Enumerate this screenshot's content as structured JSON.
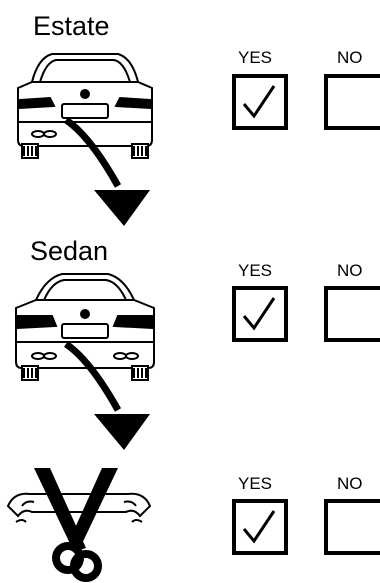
{
  "rows": [
    {
      "label": "Estate",
      "illustration": "estate-car-rear",
      "yes_label": "YES",
      "no_label": "NO",
      "yes_checked": true,
      "no_checked": false
    },
    {
      "label": "Sedan",
      "illustration": "sedan-car-rear",
      "yes_label": "YES",
      "no_label": "NO",
      "yes_checked": true,
      "no_checked": false
    },
    {
      "label": "",
      "illustration": "bumper-trim-scissors",
      "yes_label": "YES",
      "no_label": "NO",
      "yes_checked": true,
      "no_checked": false
    }
  ],
  "colors": {
    "ink": "#000000",
    "background": "#ffffff"
  },
  "icons": {
    "check": "check-mark-icon",
    "arrow": "curved-down-arrow-icon",
    "scissors": "scissors-icon"
  }
}
